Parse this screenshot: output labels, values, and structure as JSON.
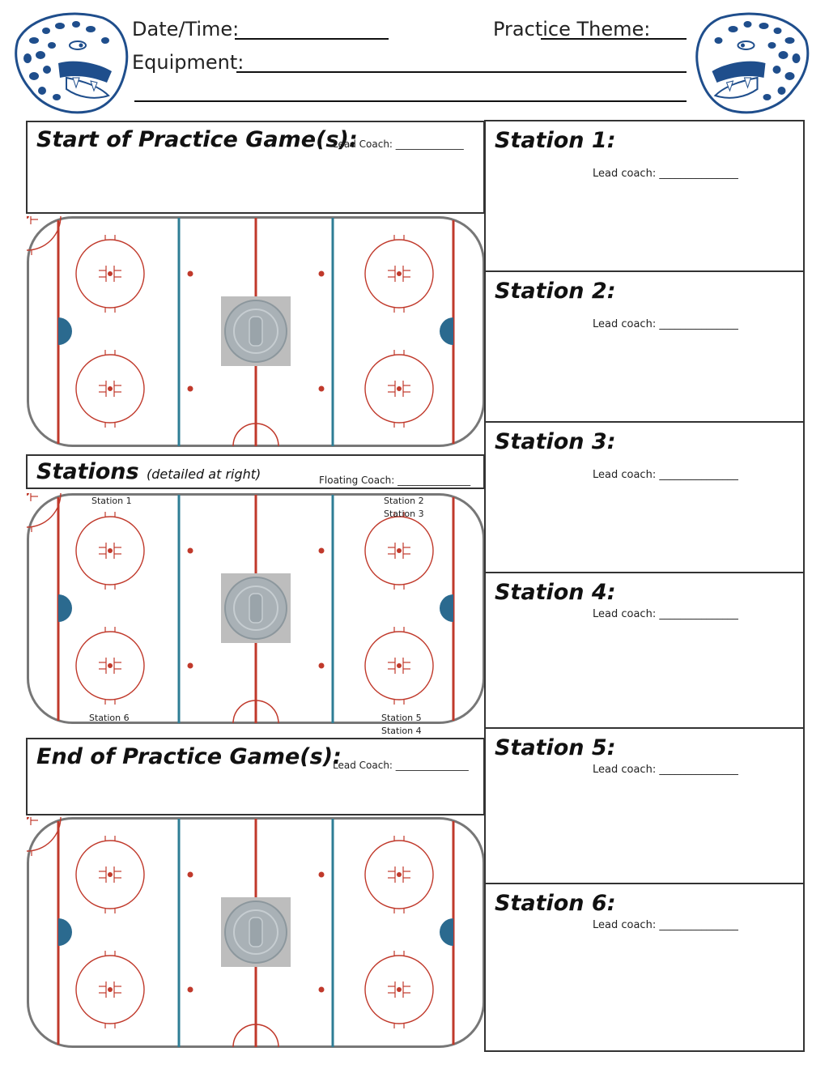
{
  "header": {
    "datetime_label": "Date/Time:",
    "theme_label": "Practice Theme:",
    "equipment_label": "Equipment:"
  },
  "start_game": {
    "title": "Start of Practice Game(s):",
    "coach": "Lead Coach: ______________"
  },
  "stations_box": {
    "title": "Stations",
    "subtitle": "(detailed at right)",
    "coach": "Floating Coach: _______________"
  },
  "end_game": {
    "title": "End of Practice Game(s):",
    "coach": "Lead Coach: _______________"
  },
  "rink_labels": {
    "s1": "Station 1",
    "s2": "Station 2",
    "s3": "Station 3",
    "s4": "Station 4",
    "s5": "Station 5",
    "s6": "Station 6"
  },
  "stations": [
    {
      "title": "Station 1:",
      "coach": "Lead coach: _______________"
    },
    {
      "title": "Station 2:",
      "coach": "Lead coach: _______________"
    },
    {
      "title": "Station 3:",
      "coach": "Lead coach: _______________"
    },
    {
      "title": "Station 4:",
      "coach": "Lead coach: _______________"
    },
    {
      "title": "Station 5:",
      "coach": "Lead coach: _______________"
    },
    {
      "title": "Station 6:",
      "coach": "Lead coach: _______________"
    }
  ],
  "colors": {
    "red": "#c0392b",
    "blue": "#2e7d95",
    "logo_blue": "#1f4e8c",
    "goal": "#2b6a8f"
  }
}
